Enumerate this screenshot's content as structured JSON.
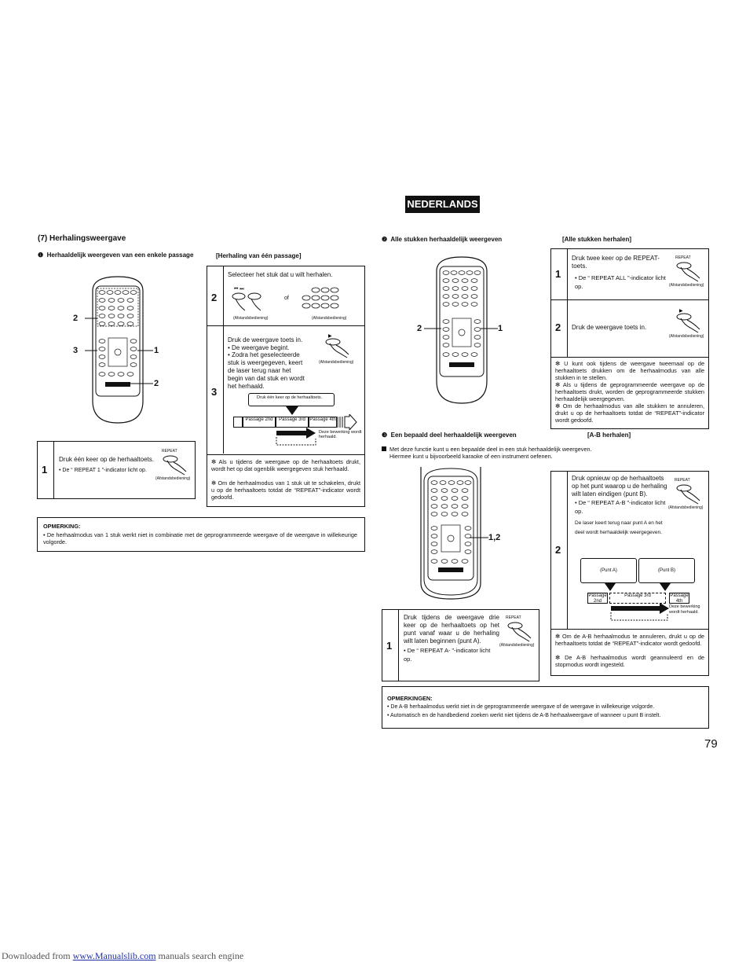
{
  "language": "NEDERLANDS",
  "section": {
    "title": "(7)  Herhalingsweergave"
  },
  "part1": {
    "marker": "❶",
    "heading": "Herhaaldelijk weergeven van een enkele passage",
    "box_title": "[Herhaling van één passage]",
    "step1": {
      "num": "1",
      "text": "Druk één keer op de herhaaltoets.",
      "bullet": "• De “ REPEAT 1 ”-indicator licht op.",
      "repeat_label": "REPEAT",
      "remote_label": "(Afstandsbediening)"
    },
    "step2": {
      "num": "2",
      "text": "Selecteer het stuk dat u wilt herhalen.",
      "of": "of",
      "remote_label_a": "(Afstandsbediening)",
      "remote_label_b": "(Afstandsbediening)"
    },
    "step3": {
      "num": "3",
      "text": "Druk de weergave toets in.",
      "b1": "• De weergave begint.",
      "b2": "• Zodra het geselecteerde stuk is weergegeven, keert de laser terug naar het begin van dat stuk en wordt het herhaald.",
      "remote_label": "(Afstandsbediening)",
      "callout": "Druk één keer op de herhaaltoets.",
      "p1": "Passage 2nd",
      "p2": "Passage 3rd",
      "p3": "Passage 4th",
      "repeat_note": "Deze bewerking wordt herhaald."
    },
    "notes": [
      "✻ Als u tijdens de weergave op de herhaaltoets drukt, wordt het op dat ogenblik weergegeven stuk herhaald.",
      "✻ Om de herhaalmodus van 1 stuk uit te schakelen, drukt u op de herhaaltoets totdat de “REPEAT”-indicator wordt gedoofd."
    ],
    "callouts": [
      "2",
      "3",
      "1",
      "2"
    ],
    "remark_title": "OPMERKING:",
    "remark_text": "• De herhaalmodus van 1 stuk werkt niet in combinatie met de geprogrammeerde weergave of de weergave in willekeurige volgorde."
  },
  "part2": {
    "marker": "❷",
    "heading": "Alle stukken herhaaldelijk weergeven",
    "box_title": "[Alle stukken herhalen]",
    "step1": {
      "num": "1",
      "text": "Druk twee keer op de REPEAT-toets.",
      "bullet": "• De “ REPEAT ALL ”-indicator licht op.",
      "repeat_label": "REPEAT",
      "remote_label": "(Afstandsbediening)"
    },
    "step2": {
      "num": "2",
      "text": "Druk de weergave toets in.",
      "remote_label": "(Afstandsbediening)"
    },
    "notes": [
      "✻ U kunt ook tijdens de weergave tweemaal op de herhaaltoets drukken om de herhaalmodus van alle stukken in te stellen.",
      "✻ Als u tijdens de geprogrammeerde weergave op de herhaaltoets drukt, worden de geprogrammeerde stukken herhaaldelijk weergegeven.",
      "✻ Om de herhaalmodus van alle stukken te annuleren, drukt u op de herhaaltoets totdat de “REPEAT”-indicator wordt gedoofd."
    ],
    "callouts": [
      "2",
      "1"
    ]
  },
  "part3": {
    "marker": "❸",
    "heading": "Een bepaald deel herhaaldelijk weergeven",
    "box_title": "[A-B herhalen]",
    "intro1": "Met deze functie kunt u een bepaalde deel in een stuk herhaaldelijk weergeven.",
    "intro2": "Hiermee kunt u bijvoorbeeld karaoke of een instrument oefenen.",
    "callout": "1,2",
    "step1": {
      "num": "1",
      "text": "Druk tijdens de weergave drie keer op de herhaaltoets op het punt vanaf waar u de herhaling wilt laten beginnen (punt A).",
      "bullet": "• De “ REPEAT A- ”-indicator licht op.",
      "repeat_label": "REPEAT",
      "remote_label": "(Afstandsbediening)"
    },
    "step2": {
      "num": "2",
      "text": "Druk opnieuw op de herhaaltoets op het punt waarop u de herhaling wilt laten eindigen (punt B).",
      "bullet": "• De “ REPEAT A-B ”-indicator licht op.",
      "extra": "De laser keert terug naar punt A en het deel wordt herhaaldelijk weergegeven.",
      "repeat_label": "REPEAT",
      "remote_label": "(Afstandsbediening)",
      "point_a": "(Punt A)",
      "point_b": "(Punt B)",
      "p1": "Passage 2nd",
      "p2": "Passage 3rd",
      "p3": "Passage 4th",
      "repeat_note": "Deze bewerking wordt herhaald."
    },
    "notes": [
      "✻ Om de A-B herhaalmodus te annuleren, drukt u op de herhaaltoets totdat de “REPEAT”-indicator wordt gedoofd.",
      "✻ De A-B herhaalmodus wordt geannuleerd en de stopmodus wordt ingesteld."
    ],
    "remark_title": "OPMERKINGEN:",
    "remark_1": "• De A-B herhaalmodus werkt niet in de geprogrammeerde weergave of de weergave in willekeurige volgorde.",
    "remark_2": "• Automatisch en de handbediend zoeken werkt niet tijdens de A-B herhaalweergave of wanneer u punt B instelt."
  },
  "page_number": "79",
  "footer": {
    "prefix": "Downloaded from ",
    "link": "www.Manualslib.com",
    "suffix": " manuals search engine"
  }
}
